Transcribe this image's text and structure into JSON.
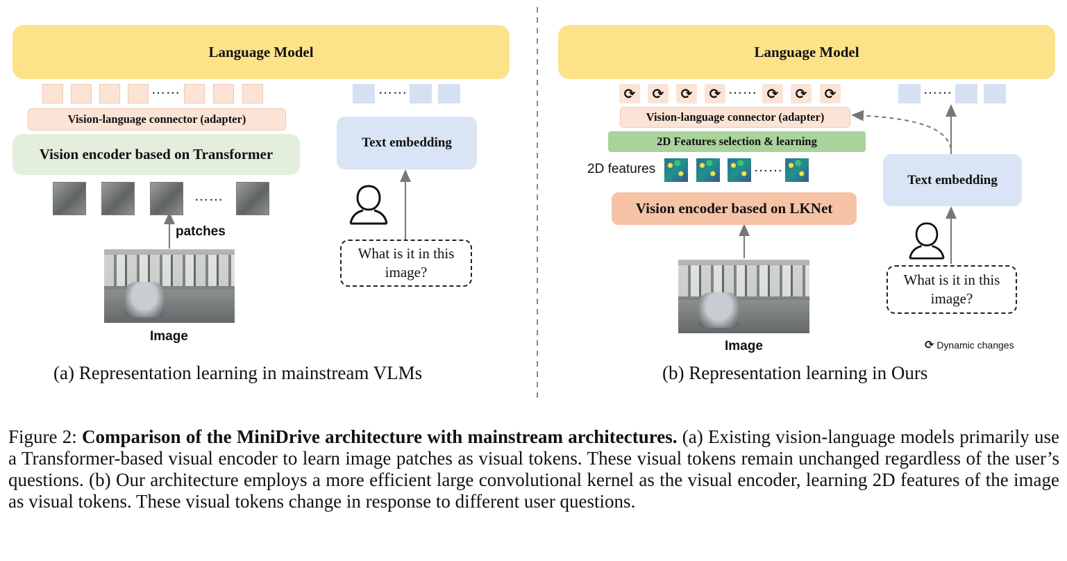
{
  "panel_a": {
    "language_model": "Language Model",
    "adapter": "Vision-language connector (adapter)",
    "encoder": "Vision encoder based on Transformer",
    "text_embedding": "Text embedding",
    "question": "What is it in this image?",
    "patches_label": "patches",
    "image_label": "Image",
    "dots": "……",
    "subcaption": "(a)  Representation learning in mainstream VLMs"
  },
  "panel_b": {
    "language_model": "Language Model",
    "adapter": "Vision-language connector (adapter)",
    "selection": "2D Features selection & learning",
    "features_label": "2D features",
    "encoder": "Vision encoder based on LKNet",
    "text_embedding": "Text embedding",
    "question": "What is it in this image?",
    "image_label": "Image",
    "legend": "Dynamic changes",
    "dots": "……",
    "subcaption": "(b) Representation learning in Ours"
  },
  "caption": {
    "prefix": "Figure 2: ",
    "title": "Comparison of the MiniDrive architecture with mainstream architectures.",
    "body": " (a) Existing vision-language models primarily use a Transformer-based visual encoder to learn image patches as visual tokens. These visual tokens remain unchanged regardless of the user’s questions. (b) Our architecture employs a more efficient large convolutional kernel as the visual encoder, learning 2D features of the image as visual tokens. These visual tokens change in response to different user questions."
  },
  "colors": {
    "language_model": "#fde28a",
    "adapter": "#fbe3d6",
    "transformer_encoder": "#e3efdc",
    "feature_selection": "#a9d39a",
    "lknet_encoder": "#f6c3a6",
    "text_embedding": "#d9e4f5"
  },
  "icons": {
    "user": "user-icon",
    "dynamic": "refresh-icon"
  }
}
